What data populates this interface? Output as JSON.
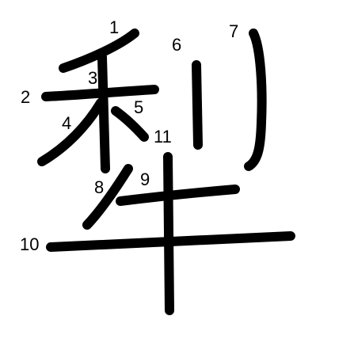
{
  "character": {
    "glyph": "犁",
    "stroke_numbers": [
      "1",
      "2",
      "3",
      "4",
      "5",
      "6",
      "7",
      "8",
      "9",
      "10",
      "11"
    ],
    "stroke_color": "#000000",
    "background_color": "#ffffff"
  }
}
